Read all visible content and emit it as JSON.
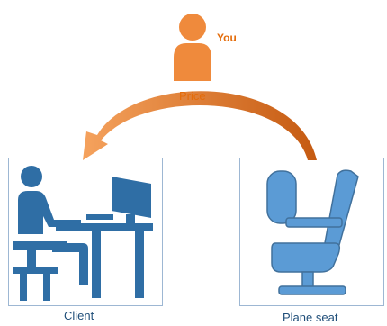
{
  "labels": {
    "you": "You",
    "price": "Price",
    "client": "Client",
    "plane_seat": "Plane seat"
  },
  "icons": {
    "you": "person-icon",
    "client": "person-at-computer-icon",
    "plane_seat": "airplane-seat-icon",
    "flow": "curved-arrow-icon"
  },
  "colors": {
    "person": "#ef8a3c",
    "arrow_light": "#f5a25d",
    "arrow_dark": "#c55a11",
    "client_icon": "#2f6ea5",
    "seat_icon": "#5b9bd5",
    "seat_outline": "#41719c",
    "panel_border": "#9db7d3",
    "text_orange": "#e46c0a",
    "text_blue": "#1f4e79"
  }
}
